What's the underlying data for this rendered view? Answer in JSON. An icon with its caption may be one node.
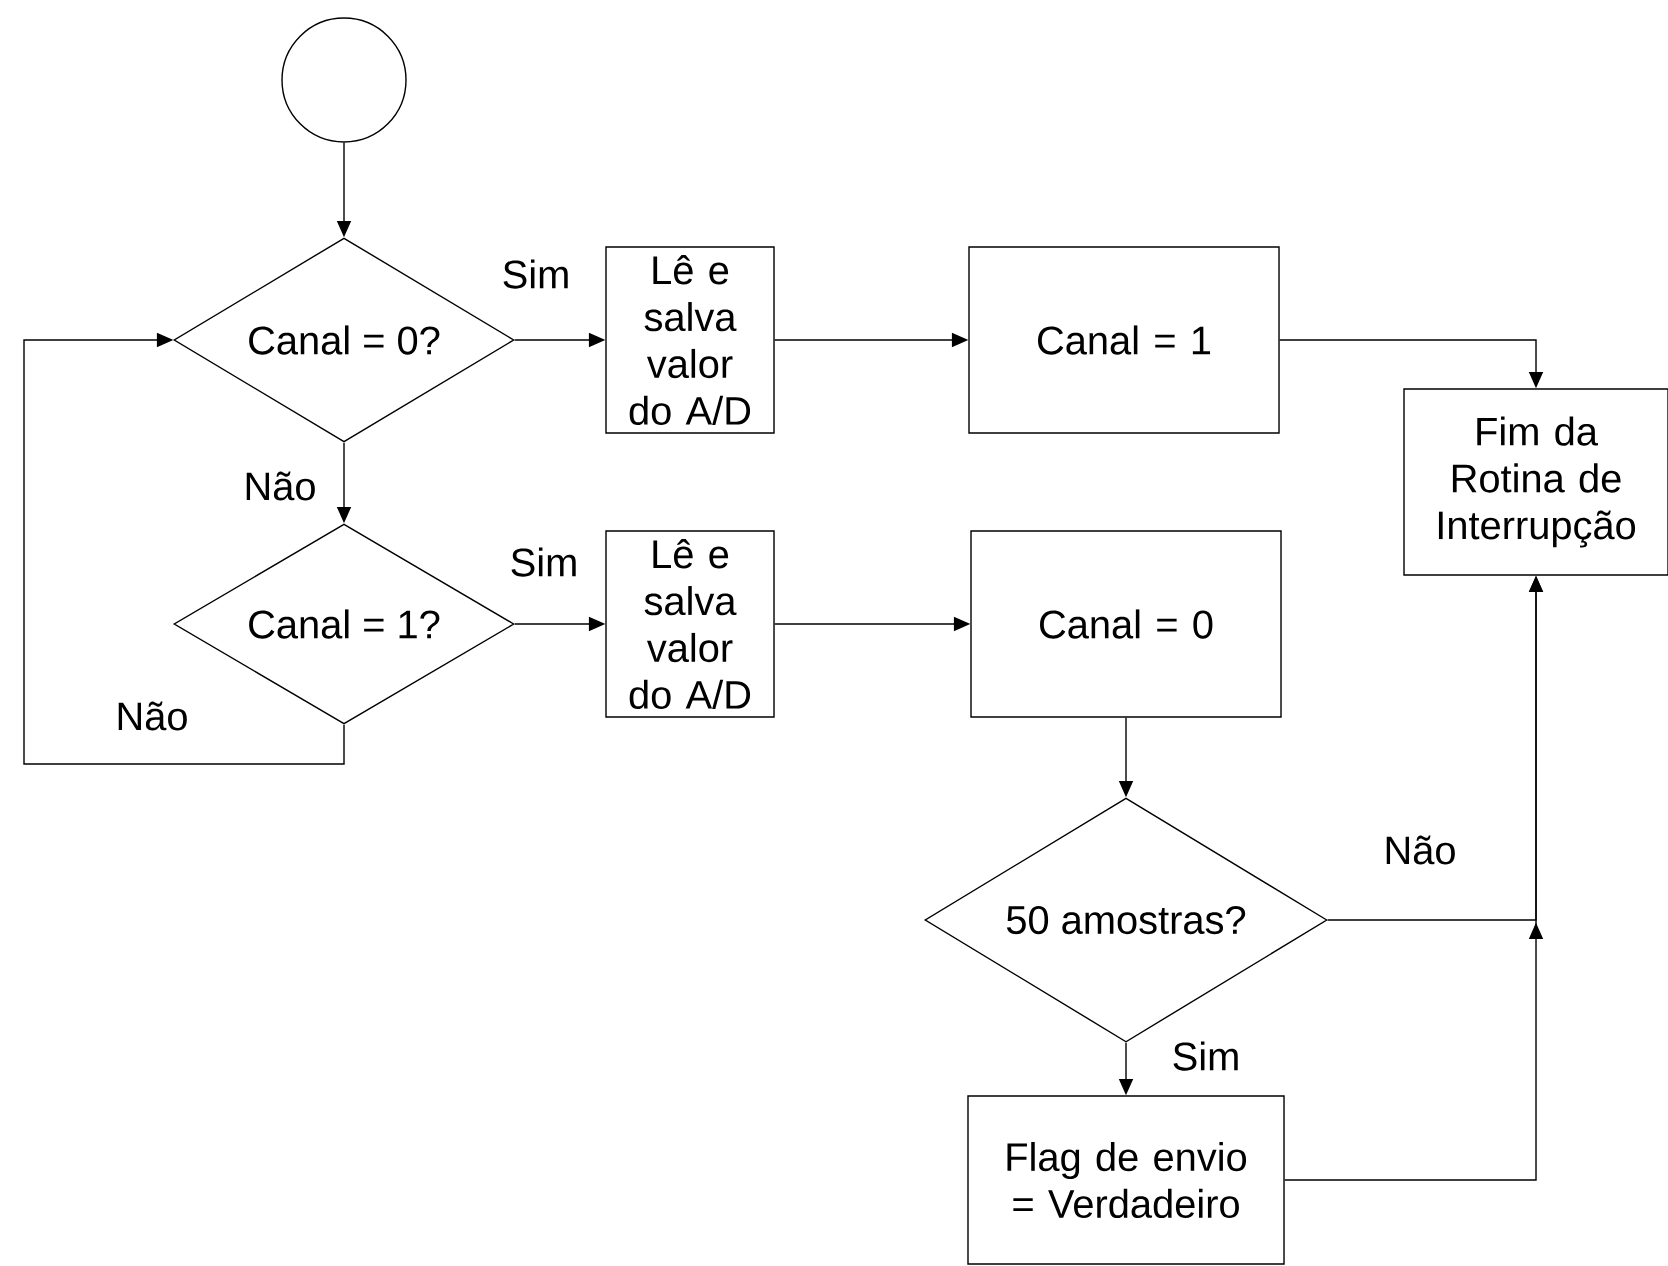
{
  "diagram": {
    "nodes": [
      {
        "text": [],
        "shape": "circle"
      },
      {
        "text": [
          "Canal = 0?"
        ]
      },
      {
        "text": [
          "Lê e salva valor do A/D"
        ]
      },
      {
        "text": [
          "Canal = 1"
        ]
      },
      {
        "text": [
          "Fim da Rotina de Interrupção"
        ]
      },
      {
        "text": [
          "Canal = 1?"
        ]
      },
      {
        "text": [
          "Lê e salva valor do A/D"
        ]
      },
      {
        "text": [
          "Canal = 0"
        ]
      },
      {
        "text": [
          "50 amostras?"
        ]
      },
      {
        "text": [
          "Flag de envio = Verdadeiro"
        ]
      }
    ],
    "edges": [
      {
        "from": 0,
        "to": 1,
        "arrow": "to"
      },
      {
        "from": 1,
        "to": 2,
        "arrow": "to",
        "label": "Sim"
      },
      {
        "from": 2,
        "to": 3,
        "arrow": "to"
      },
      {
        "from": 3,
        "to": 4,
        "arrow": "to"
      },
      {
        "from": 1,
        "to": 5,
        "arrow": "to",
        "label": "Não"
      },
      {
        "from": 5,
        "to": 6,
        "arrow": "to",
        "label": "Sim"
      },
      {
        "from": 5,
        "to": 1,
        "arrow": "to",
        "label": "Não"
      },
      {
        "from": 6,
        "to": 7,
        "arrow": "to"
      },
      {
        "from": 7,
        "to": 8,
        "arrow": "to"
      },
      {
        "from": 8,
        "to": 4,
        "arrow": "to",
        "label": "Não"
      },
      {
        "from": 9,
        "to": 4,
        "arrow": "to"
      },
      {
        "from": 8,
        "to": 9,
        "arrow": "to",
        "label": "Sim"
      }
    ]
  }
}
